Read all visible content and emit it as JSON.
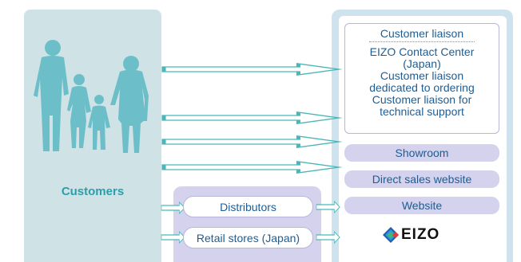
{
  "customers": {
    "label": "Customers"
  },
  "liaison": {
    "header": "Customer liaison",
    "lines": [
      "EIZO Contact Center",
      "(Japan)",
      "Customer liaison",
      "dedicated to ordering",
      "Customer liaison for",
      "technical support"
    ]
  },
  "channels": {
    "showroom": "Showroom",
    "direct_sales": "Direct sales website",
    "website": "Website"
  },
  "intermediaries": {
    "distributors": "Distributors",
    "retail": "Retail stores (Japan)"
  },
  "brand": {
    "name": "EIZO",
    "logo_icon": "eizo-logo-icon"
  },
  "colors": {
    "customer_panel": "#cfe3e7",
    "figures": "#6cbfc8",
    "channel_panel": "#cfe3ef",
    "arrow_stroke": "#4ab6b8",
    "lavender": "#d4d2ec",
    "text": "#1e5d93"
  }
}
